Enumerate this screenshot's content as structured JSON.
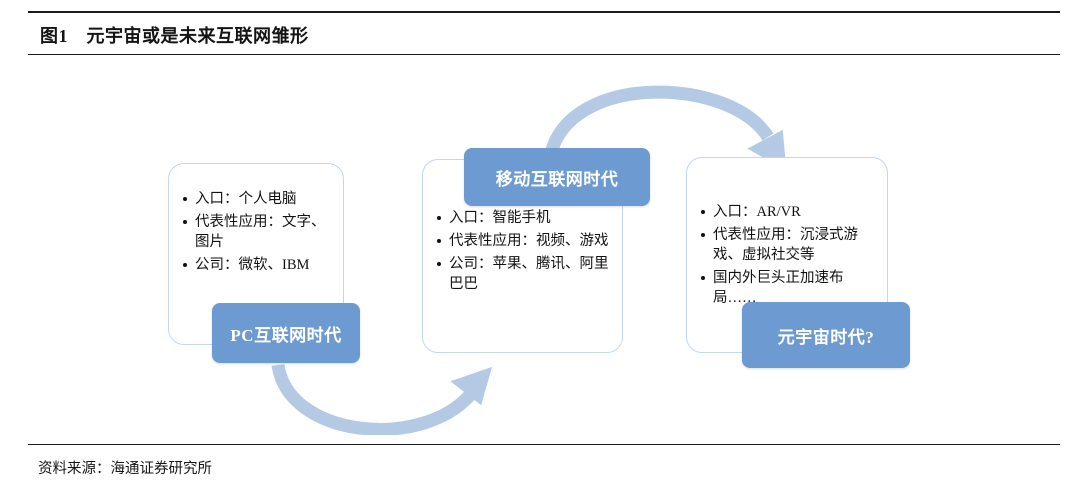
{
  "header": {
    "figure_label": "图1",
    "title": "图1　元宇宙或是未来互联网雏形"
  },
  "diagram": {
    "accent_color": "#6d9bd1",
    "card_border_color": "#c3d7ec",
    "arrow_color": "#b4c9e3",
    "cards": [
      {
        "id": "pc",
        "badge": "PC互联网时代",
        "bullets": [
          "入口：个人电脑",
          "代表性应用：文字、图片",
          "公司：微软、IBM"
        ]
      },
      {
        "id": "mobile",
        "badge": "移动互联网时代",
        "bullets": [
          "入口：智能手机",
          "代表性应用：视频、游戏",
          "公司：苹果、腾讯、阿里巴巴"
        ]
      },
      {
        "id": "meta",
        "badge": "元宇宙时代?",
        "bullets": [
          "入口：AR/VR",
          "代表性应用：沉浸式游戏、虚拟社交等",
          "国内外巨头正加速布局……"
        ]
      }
    ],
    "arrows": [
      {
        "name": "arrow-pc-to-mobile",
        "direction": "left-to-right",
        "shape": "arc-down"
      },
      {
        "name": "arrow-mobile-to-meta",
        "direction": "left-to-right",
        "shape": "arc-up"
      }
    ]
  },
  "footer": {
    "source": "资料来源：海通证券研究所"
  }
}
